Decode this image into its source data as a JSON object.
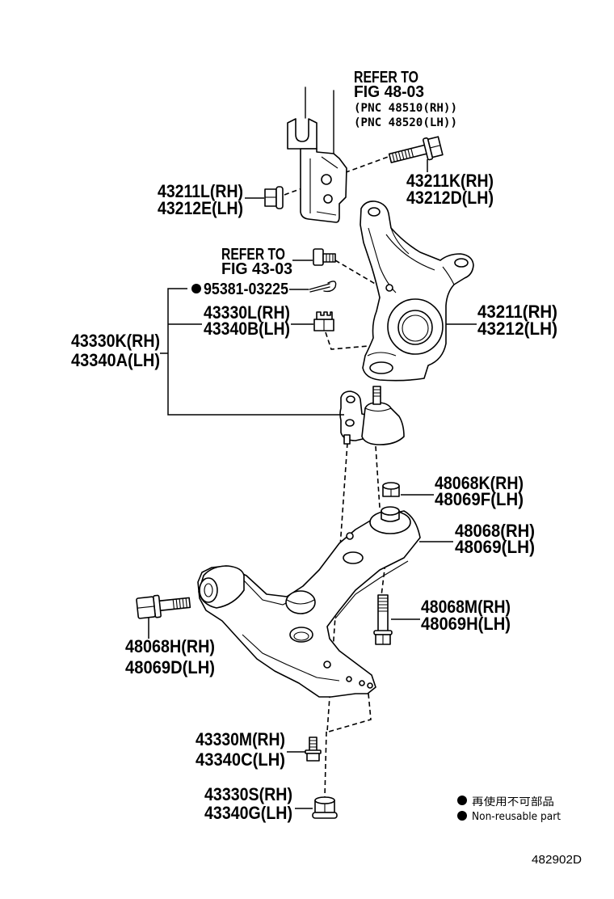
{
  "diagram": {
    "figure_code": "482902D",
    "callouts": {
      "strut_ref": {
        "line1": "REFER TO",
        "line2": "FIG 48-03",
        "line3": "(PNC 48510(RH))",
        "line4": "(PNC 48520(LH))"
      },
      "strut_bolt": {
        "rh": "43211K(RH)",
        "lh": "43212D(LH)"
      },
      "strut_nut": {
        "rh": "43211L(RH)",
        "lh": "43212E(LH)"
      },
      "knuckle_bolt_ref": {
        "line1": "REFER TO",
        "line2": "FIG 43-03"
      },
      "cotter_pin": {
        "part": "95381-03225",
        "non_reusable": true
      },
      "castle_nut": {
        "rh": "43330L(RH)",
        "lh": "43340B(LH)"
      },
      "steering_knuckle": {
        "rh": "43211(RH)",
        "lh": "43212(LH)"
      },
      "ball_joint": {
        "rh": "43330K(RH)",
        "lh": "43340A(LH)"
      },
      "bushing_nut": {
        "rh": "48068K(RH)",
        "lh": "48069F(LH)"
      },
      "lower_arm": {
        "rh": "48068(RH)",
        "lh": "48069(LH)"
      },
      "rear_bolt": {
        "rh": "48068M(RH)",
        "lh": "48069H(LH)"
      },
      "front_bolt": {
        "rh": "48068H(RH)",
        "lh": "48069D(LH)"
      },
      "ball_joint_bolt": {
        "rh": "43330M(RH)",
        "lh": "43340C(LH)"
      },
      "ball_joint_nut": {
        "rh": "43330S(RH)",
        "lh": "43340G(LH)"
      }
    },
    "legend": {
      "non_reusable_jp": "再使用不可部品",
      "non_reusable_en": "Non-reusable part"
    },
    "colors": {
      "line": "#000000",
      "background": "#ffffff"
    }
  }
}
